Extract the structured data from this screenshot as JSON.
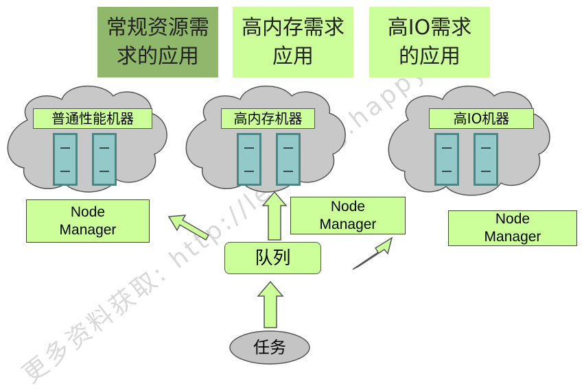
{
  "top_boxes": [
    {
      "line1": "常规资源需",
      "line2": "求的应用",
      "color": "#8fb86a"
    },
    {
      "line1": "高内存需求",
      "line2": "应用",
      "color": "#ccff99"
    },
    {
      "line1": "高IO需求",
      "line2": "的应用",
      "color": "#ccff99"
    }
  ],
  "clusters": [
    {
      "label": "普通性能机器",
      "node_manager": [
        "Node",
        "Manager"
      ]
    },
    {
      "label": "高内存机器",
      "node_manager": [
        "Node",
        "Manager"
      ]
    },
    {
      "label": "高IO机器",
      "node_manager": [
        "Node",
        "Manager"
      ]
    }
  ],
  "queue_label": "队列",
  "task_label": "任务",
  "watermark": "更多资料获取: http://learning.happy.",
  "colors": {
    "box_green": "#ccff99",
    "box_dark_green": "#8fb86a",
    "cloud_gray": "#c8c8c8",
    "server_teal": "#93c9c9",
    "server_border": "#4d8585",
    "task_oval": "#c4c4c4"
  }
}
